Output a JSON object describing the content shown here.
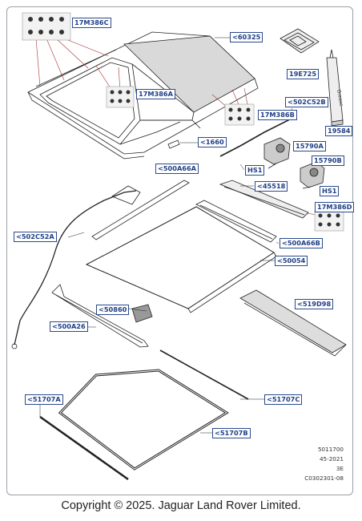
{
  "labels": [
    {
      "id": "17M386C",
      "text": "17M386C"
    },
    {
      "id": "60325",
      "text": "<60325"
    },
    {
      "id": "19E725",
      "text": "19E725"
    },
    {
      "id": "17M386A",
      "text": "17M386A"
    },
    {
      "id": "502C52B",
      "text": "<502C52B"
    },
    {
      "id": "17M386B",
      "text": "17M386B"
    },
    {
      "id": "19584",
      "text": "19584"
    },
    {
      "id": "1660",
      "text": "<1660"
    },
    {
      "id": "15790A",
      "text": "15790A"
    },
    {
      "id": "500A66A",
      "text": "<500A66A"
    },
    {
      "id": "HS1a",
      "text": "HS1"
    },
    {
      "id": "15790B",
      "text": "15790B"
    },
    {
      "id": "45518",
      "text": "<45518"
    },
    {
      "id": "HS1b",
      "text": "HS1"
    },
    {
      "id": "17M386D",
      "text": "17M386D"
    },
    {
      "id": "502C52A",
      "text": "<502C52A"
    },
    {
      "id": "500A66B",
      "text": "<500A66B"
    },
    {
      "id": "50054",
      "text": "<50054"
    },
    {
      "id": "50860",
      "text": "<50860"
    },
    {
      "id": "519D98",
      "text": "<519D98"
    },
    {
      "id": "500A26",
      "text": "<500A26"
    },
    {
      "id": "51707A",
      "text": "<51707A"
    },
    {
      "id": "51707C",
      "text": "<51707C"
    },
    {
      "id": "51707B",
      "text": "<51707B"
    }
  ],
  "grease_text": "Grease",
  "reference": {
    "line1": "5011700",
    "line2": "45-2021",
    "line3": "3E",
    "line4": "C0302301-08"
  },
  "copyright": "Copyright © 2025. Jaguar Land Rover Limited."
}
